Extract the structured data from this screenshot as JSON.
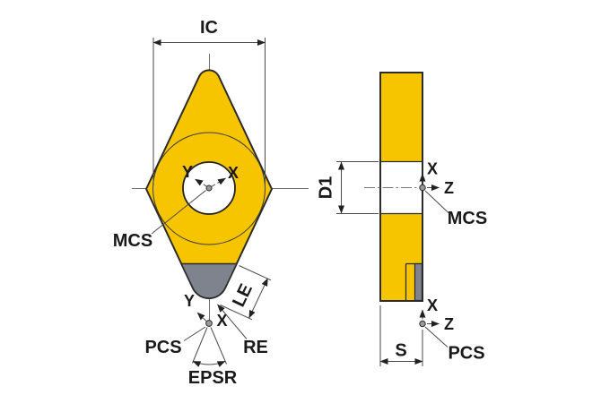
{
  "colors": {
    "insert_yellow": "#F6C500",
    "tip_gray": "#7E838D",
    "outline_dark": "#2B2B2B",
    "dim_line": "#4A4A4A",
    "center_line": "#6E6E6E",
    "text_dark": "#1A1A1A",
    "hole_white": "#FFFFFF",
    "page_bg": "#FFFFFF"
  },
  "front_view": {
    "ic_label": "IC",
    "mcs_label": "MCS",
    "pcs_label": "PCS",
    "re_label": "RE",
    "le_label": "LE",
    "epsr_label": "EPSR",
    "center_axes": {
      "x": "X",
      "y": "Y"
    },
    "tip_axes": {
      "x": "X",
      "y": "Y"
    }
  },
  "side_view": {
    "d1_label": "D1",
    "s_label": "S",
    "mcs_label": "MCS",
    "pcs_label": "PCS",
    "mcs_axes": {
      "x": "X",
      "z": "Z"
    },
    "pcs_axes": {
      "x": "X",
      "z": "Z"
    }
  }
}
